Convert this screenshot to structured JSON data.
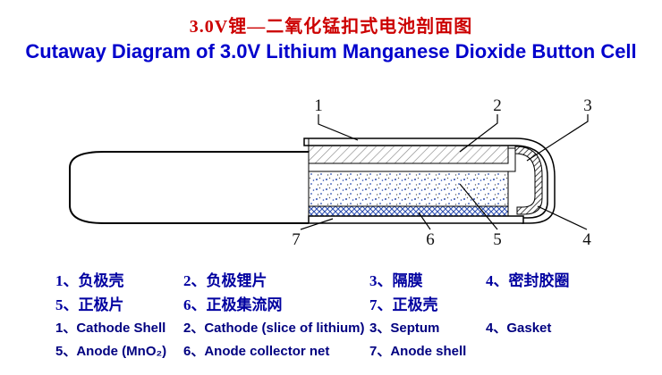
{
  "titles": {
    "chinese": "3.0V锂—二氧化锰扣式电池剖面图",
    "english": "Cutaway Diagram of 3.0V Lithium Manganese Dioxide Button Cell"
  },
  "callouts": {
    "top": [
      "1",
      "2",
      "3"
    ],
    "bottom": [
      "7",
      "6",
      "5",
      "4"
    ]
  },
  "legend": {
    "cn_row1": [
      "1、负极壳",
      "2、负极锂片",
      "3、隔膜",
      "4、密封胶圈"
    ],
    "cn_row2": [
      "5、正极片",
      "6、正极集流网",
      "7、正极壳",
      ""
    ],
    "en_row1": [
      "1、Cathode Shell",
      "2、Cathode (slice of lithium)",
      "3、Septum",
      "4、Gasket"
    ],
    "en_row2": [
      "5、Anode (MnO₂)",
      "6、Anode collector net",
      "7、Anode shell",
      ""
    ]
  },
  "colors": {
    "title_chinese": "#cc0000",
    "title_english": "#0000cc",
    "legend_chinese": "#0000a0",
    "legend_english": "#000080",
    "stipple_dots": "#2a4db0",
    "collector_net": "#2a4db0",
    "outline": "#000000"
  }
}
